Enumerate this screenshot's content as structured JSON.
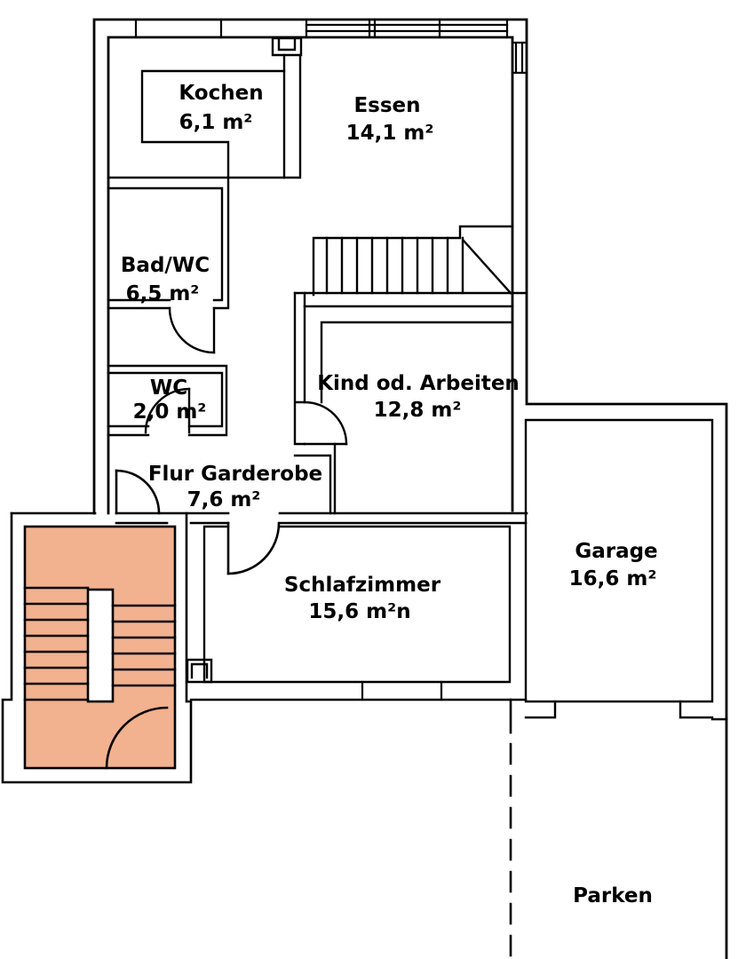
{
  "colors": {
    "background": "#ffffff",
    "line": "#000000",
    "stairwell_fill": "#f2b18f"
  },
  "rooms": [
    {
      "id": "kochen",
      "name": "Kochen",
      "area": "6,1 m²"
    },
    {
      "id": "essen",
      "name": "Essen",
      "area": "14,1 m²"
    },
    {
      "id": "bad-wc",
      "name": "Bad/WC",
      "area": "6,5 m²"
    },
    {
      "id": "wc",
      "name": "WC",
      "area": "2,0 m²"
    },
    {
      "id": "kind",
      "name": "Kind od. Arbeiten",
      "area": "12,8 m²"
    },
    {
      "id": "flur",
      "name": "Flur Garderobe",
      "area": "7,6 m²"
    },
    {
      "id": "schlafzimmer",
      "name": "Schlafzimmer",
      "area": "15,6 m²n"
    },
    {
      "id": "garage",
      "name": "Garage",
      "area": "16,6 m²"
    },
    {
      "id": "parken",
      "name": "Parken",
      "area": ""
    }
  ]
}
